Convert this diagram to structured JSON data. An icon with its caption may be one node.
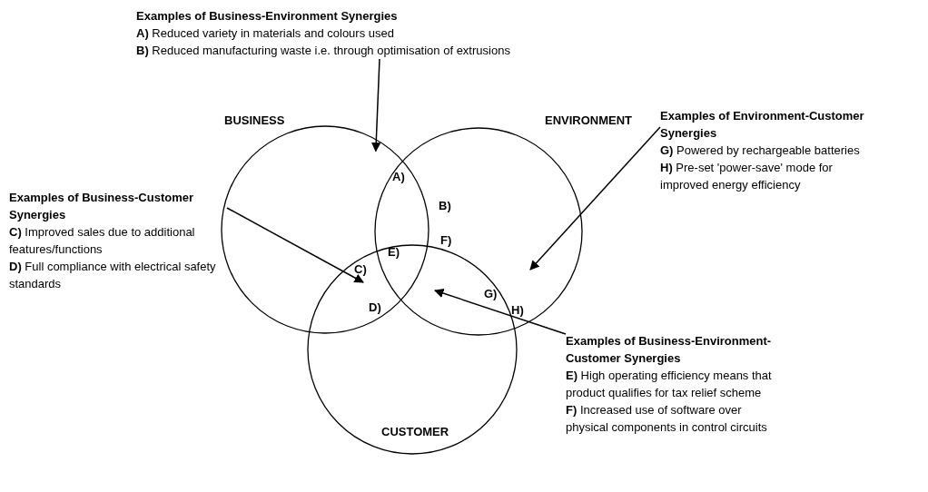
{
  "diagram": {
    "nodes": [
      {
        "text": [
          "Examples of Business-Environment Synergies",
          "**A)** Reduced variety in materials and colours used",
          "**B)** Reduced manufacturing waste i.e. through optimisation of extrusions"
        ]
      },
      {
        "text": [
          "BUSINESS"
        ]
      },
      {
        "text": [
          "ENVIRONMENT"
        ]
      },
      {
        "text": [
          "Examples of Business-Customer Synergies",
          "**C)** Improved sales due to additional features/functions",
          "**D)** Full compliance with electrical safety standards"
        ]
      },
      {
        "text": [
          "Examples of Environment-Customer Synergies",
          "**G)** Powered by rechargeable batteries",
          "**H)** Pre-set 'power-save' mode for improved energy efficiency"
        ]
      },
      {
        "text": [
          "CUSTOMER"
        ]
      },
      {
        "text": [
          "Examples of Business-Environment-Customer Synergies",
          "**E)** High operating efficiency means that product qualifies for tax relief scheme",
          "**F)** Increased use of software over physical components in control circuits"
        ]
      }
    ],
    "edges": [
      {
        "from": 0,
        "to": 1,
        "arrow": "to"
      },
      {
        "from": 3,
        "to": 1,
        "arrow": "to"
      },
      {
        "from": 4,
        "to": 2,
        "arrow": "to"
      },
      {
        "from": 6,
        "to": 2,
        "arrow": "to"
      }
    ],
    "labels": [
      "A)",
      "B)",
      "E)",
      "F)",
      "C)",
      "D)",
      "G)",
      "H)"
    ]
  }
}
